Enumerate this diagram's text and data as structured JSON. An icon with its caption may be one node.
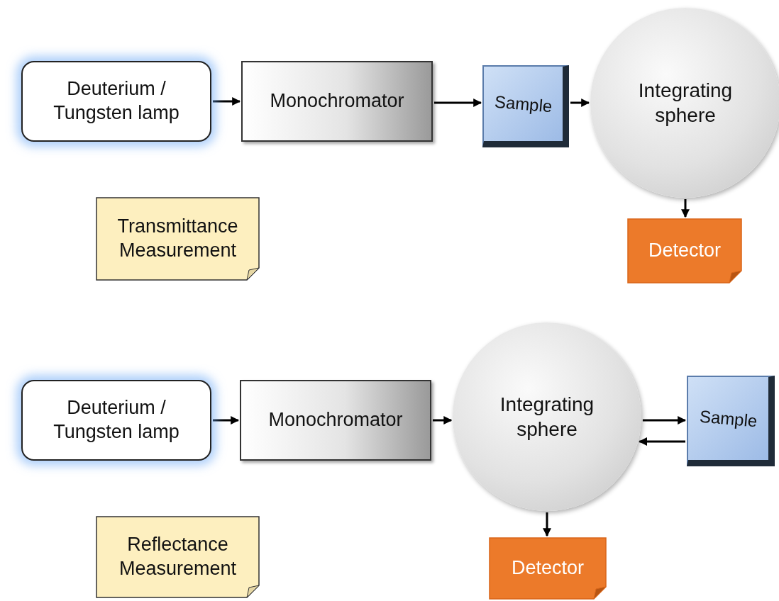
{
  "diagram": {
    "nodes": [
      {
        "text": [
          "Deuterium / Tungsten lamp"
        ]
      },
      {
        "text": [
          "Monochromator"
        ]
      },
      {
        "text": [
          "Sample"
        ]
      },
      {
        "text": [
          "Integrating sphere"
        ]
      },
      {
        "text": [
          "Detector"
        ]
      },
      {
        "text": [
          "Transmittance Measurement"
        ]
      },
      {
        "text": [
          "Deuterium / Tungsten lamp"
        ]
      },
      {
        "text": [
          "Monochromator"
        ]
      },
      {
        "text": [
          "Integrating sphere"
        ]
      },
      {
        "text": [
          "Sample"
        ]
      },
      {
        "text": [
          "Detector"
        ]
      },
      {
        "text": [
          "Reflectance Measurement"
        ]
      }
    ],
    "edges": [
      {
        "from": 0,
        "to": 1,
        "arrow": "to"
      },
      {
        "from": 1,
        "to": 2,
        "arrow": "to"
      },
      {
        "from": 2,
        "to": 3,
        "arrow": "to"
      },
      {
        "from": 3,
        "to": 4,
        "arrow": "to"
      },
      {
        "from": 6,
        "to": 7,
        "arrow": "to"
      },
      {
        "from": 7,
        "to": 8,
        "arrow": "to"
      },
      {
        "from": 8,
        "to": 9,
        "arrow": "to"
      },
      {
        "from": 9,
        "to": 8,
        "arrow": "to"
      },
      {
        "from": 8,
        "to": 10,
        "arrow": "to"
      }
    ]
  }
}
